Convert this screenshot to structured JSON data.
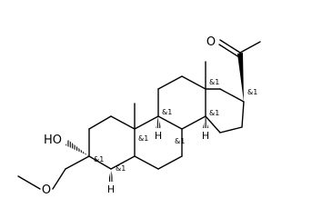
{
  "molecule": {
    "atom_labels": {
      "o_ketone": "O",
      "oh": "HO",
      "o_ether": "O"
    },
    "stereo_label": "&1",
    "h_label": "H"
  }
}
